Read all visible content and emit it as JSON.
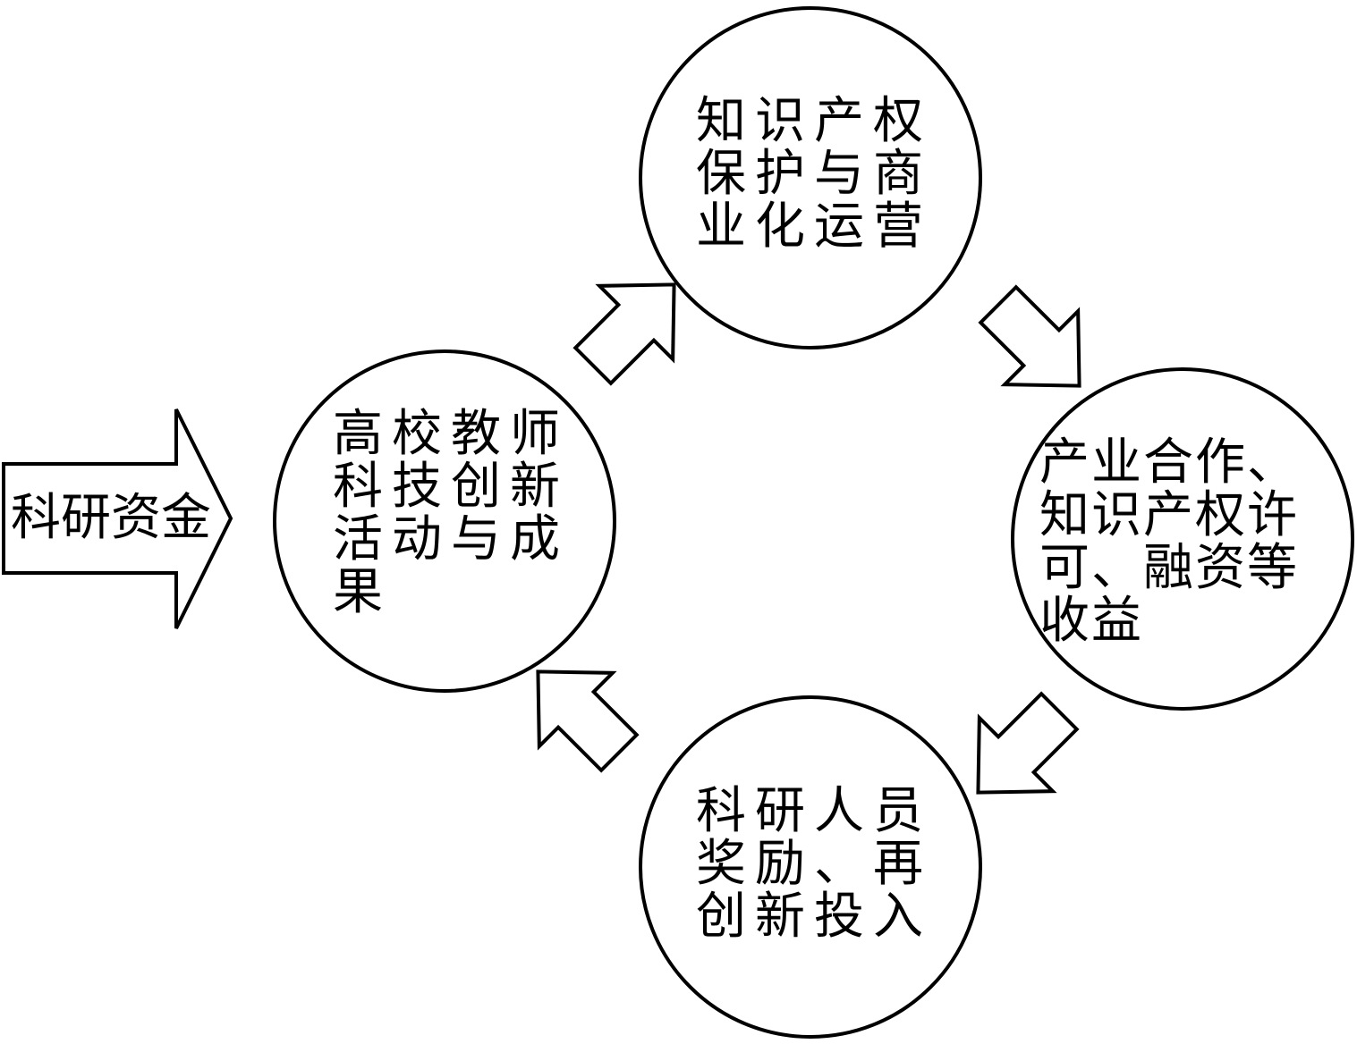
{
  "input": {
    "label": "科研资金"
  },
  "nodes": {
    "ip": {
      "lines": [
        "知识产权",
        "保护与商",
        "业化运营"
      ]
    },
    "research": {
      "lines": [
        "高校教师",
        "科技创新",
        "活动与成",
        "果"
      ]
    },
    "revenue": {
      "lines": [
        "产业合作、",
        "知识产权许",
        "可、融资等",
        "收益"
      ]
    },
    "reward": {
      "lines": [
        "科研人员",
        "奖励、再",
        "创新投入"
      ]
    }
  },
  "colors": {
    "stroke": "#000000",
    "fill": "#ffffff"
  },
  "icons": {
    "input-arrow": "block-arrow-right",
    "cycle-arrows": "block-arrow"
  }
}
